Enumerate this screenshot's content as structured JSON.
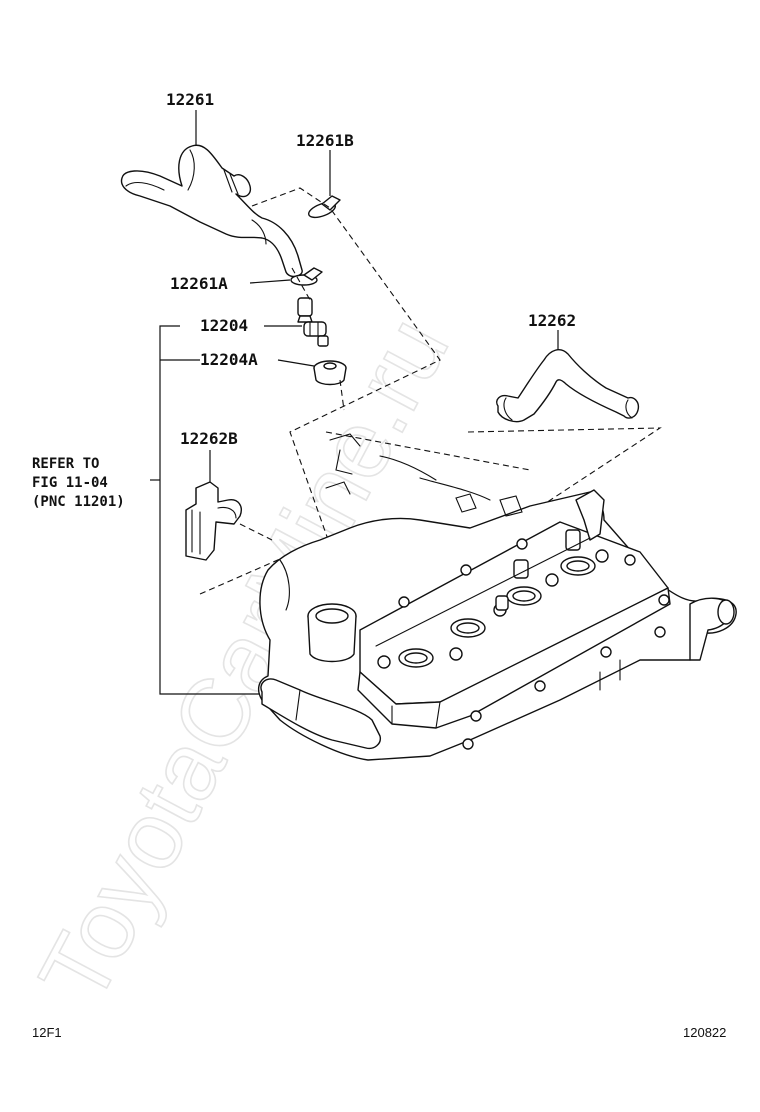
{
  "watermark": "ToyotaCarMine.ru",
  "parts": {
    "p12261": "12261",
    "p12261B": "12261B",
    "p12261A": "12261A",
    "p12204": "12204",
    "p12204A": "12204A",
    "p12262": "12262",
    "p12262B": "12262B"
  },
  "refer": {
    "line1": "REFER TO",
    "line2": "FIG 11-04",
    "line3": "(PNC 11201)"
  },
  "footer": {
    "left": "12F1",
    "right": "120822"
  }
}
